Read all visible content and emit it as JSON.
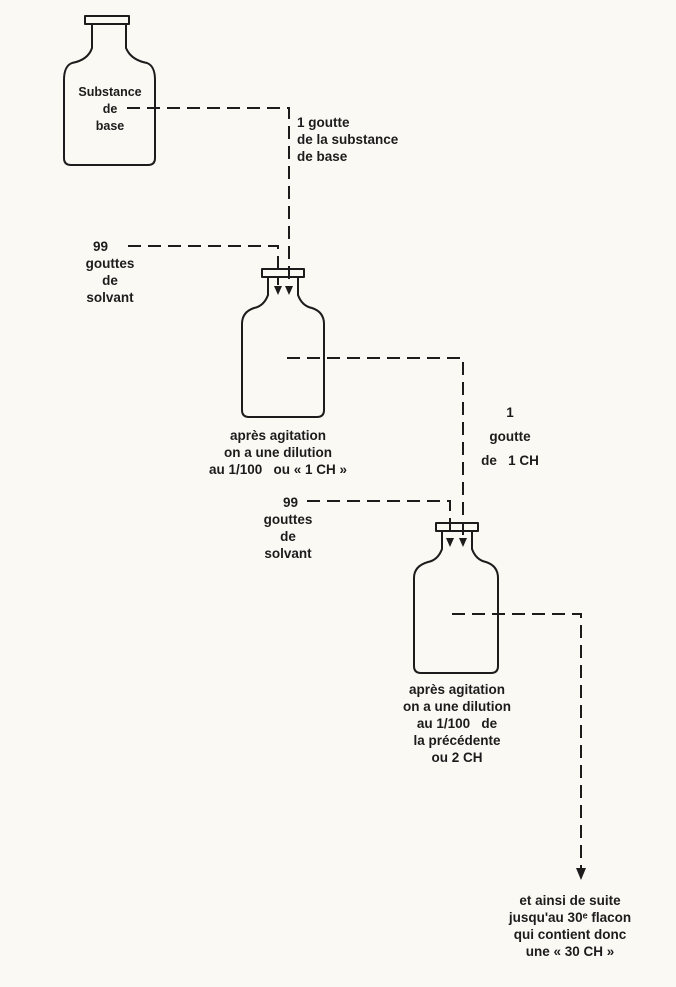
{
  "bottle_label": [
    "Substance",
    "de",
    "base"
  ],
  "drop_from_base": [
    "1 goutte",
    "de la substance",
    "de base"
  ],
  "solvent_first": [
    "99",
    "gouttes",
    "de",
    "solvant"
  ],
  "result_first": [
    "après agitation",
    "on a une dilution",
    "au 1/100   ou « 1 CH »"
  ],
  "drop_from_1ch": [
    "1",
    "goutte",
    "de   1 CH"
  ],
  "solvent_second": [
    "99",
    "gouttes",
    "de",
    "solvant"
  ],
  "result_second": [
    "après agitation",
    "on a une dilution",
    "au 1/100   de",
    "la précédente",
    "ou 2 CH"
  ],
  "conclusion": [
    "et ainsi de suite",
    "jusqu'au 30ᵉ flacon",
    "qui contient donc",
    "une « 30 CH »"
  ],
  "colors": {
    "ink": "#1c1c1c",
    "paper": "#fbf9f4"
  }
}
